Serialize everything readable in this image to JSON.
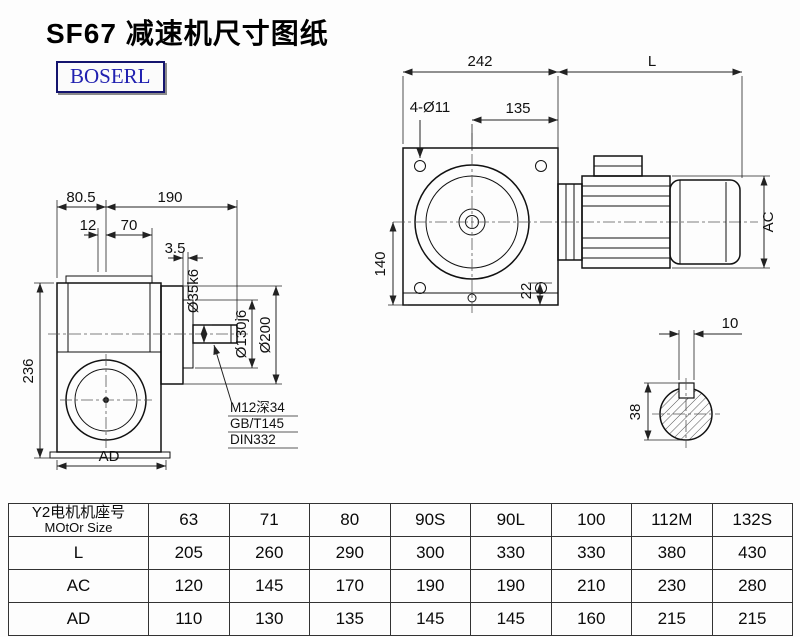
{
  "page": {
    "title": "SF67 减速机尺寸图纸",
    "logo": "BOSERL"
  },
  "front_view": {
    "dims": {
      "d80_5": "80.5",
      "d190": "190",
      "d12": "12",
      "d70": "70",
      "d3_5": "3.5",
      "d236": "236",
      "dAD": "AD",
      "shaft_dia": "Ø35k6",
      "spigot_dia": "Ø130j6",
      "flange_dia": "Ø200"
    },
    "notes": {
      "line1": "M12深34",
      "line2": "GB/T145",
      "line3": "DIN332"
    }
  },
  "side_view": {
    "dims": {
      "d242": "242",
      "dL": "L",
      "holes": "4-Ø11",
      "d135": "135",
      "d140": "140",
      "d22": "22",
      "dAC": "AC"
    }
  },
  "shaft_view": {
    "dims": {
      "d10": "10",
      "d38": "38"
    }
  },
  "table": {
    "rows": [
      {
        "label": "Y2电机机座号",
        "sublabel": "MOtOr Size",
        "cells": [
          "63",
          "71",
          "80",
          "90S",
          "90L",
          "100",
          "112M",
          "132S"
        ]
      },
      {
        "label": "L",
        "sublabel": "",
        "cells": [
          "205",
          "260",
          "290",
          "300",
          "330",
          "330",
          "380",
          "430"
        ]
      },
      {
        "label": "AC",
        "sublabel": "",
        "cells": [
          "120",
          "145",
          "170",
          "190",
          "190",
          "210",
          "230",
          "280"
        ]
      },
      {
        "label": "AD",
        "sublabel": "",
        "cells": [
          "110",
          "130",
          "135",
          "145",
          "145",
          "160",
          "215",
          "215"
        ]
      }
    ]
  }
}
